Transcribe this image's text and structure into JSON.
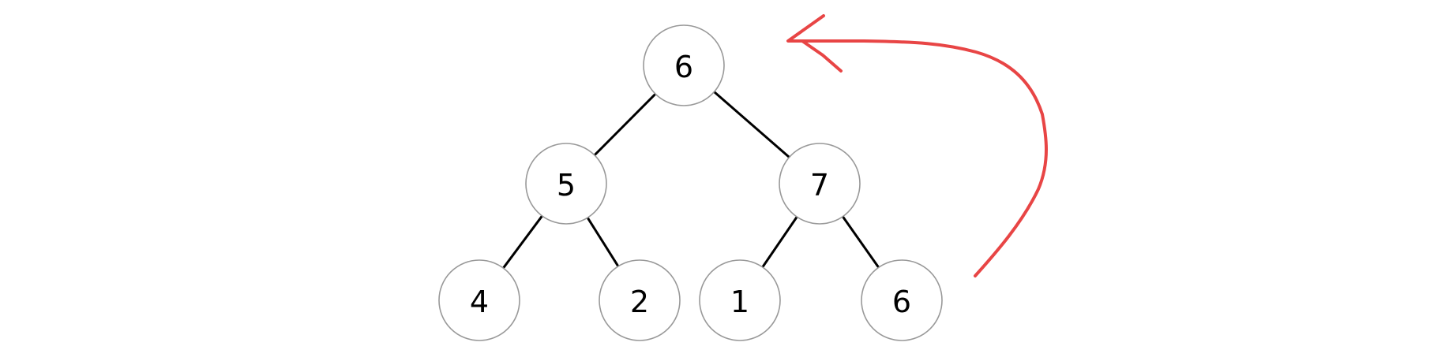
{
  "colors": {
    "edge": "#000000",
    "node_border": "#999999",
    "node_fill": "#ffffff",
    "annotation": "#e84545"
  },
  "tree": {
    "nodes": [
      {
        "id": "n0",
        "label": "6"
      },
      {
        "id": "n1",
        "label": "5"
      },
      {
        "id": "n2",
        "label": "7"
      },
      {
        "id": "n3",
        "label": "4"
      },
      {
        "id": "n4",
        "label": "2"
      },
      {
        "id": "n5",
        "label": "1"
      },
      {
        "id": "n6",
        "label": "6"
      }
    ],
    "edges": [
      {
        "from": "n0",
        "to": "n1"
      },
      {
        "from": "n0",
        "to": "n2"
      },
      {
        "from": "n1",
        "to": "n3"
      },
      {
        "from": "n1",
        "to": "n4"
      },
      {
        "from": "n2",
        "to": "n5"
      },
      {
        "from": "n2",
        "to": "n6"
      }
    ]
  },
  "annotation": {
    "type": "hand-drawn-arrow",
    "from_node": "n6",
    "to_node": "n0"
  }
}
